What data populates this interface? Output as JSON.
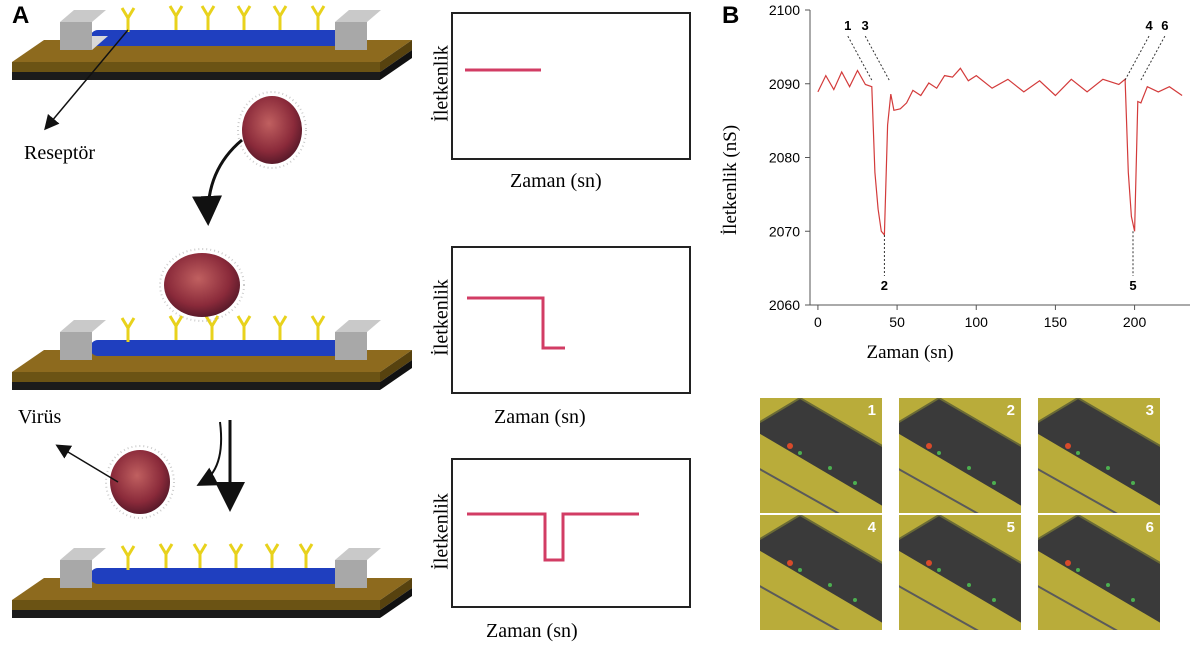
{
  "panel_a_label": "A",
  "panel_b_label": "B",
  "receptor_label": "Reseptör",
  "virus_label": "Virüs",
  "mini_plots": [
    {
      "ylabel": "İletkenlik",
      "xlabel": "Zaman (sn)"
    },
    {
      "ylabel": "İletkenlik",
      "xlabel": "Zaman (sn)"
    },
    {
      "ylabel": "İletkenlik",
      "xlabel": "Zaman (sn)"
    }
  ],
  "colors": {
    "trace": "#d33b3b",
    "mini_trace": "#d23c64",
    "gold": "#9a7a1c",
    "rod": "#1f3fbf"
  },
  "chart_data": {
    "type": "line",
    "xlabel": "Zaman (sn)",
    "ylabel": "İletkenlik (nS)",
    "xlim": [
      -5,
      235
    ],
    "ylim": [
      2060,
      2100
    ],
    "xticks": [
      "0",
      "50",
      "100",
      "150",
      "200"
    ],
    "yticks": [
      "2060",
      "2070",
      "2080",
      "2090",
      "2100"
    ],
    "series": [
      {
        "x": [
          0,
          5,
          10,
          15,
          20,
          25,
          30,
          34,
          36,
          38,
          40,
          42,
          44,
          46,
          48,
          52,
          56,
          60,
          65,
          70,
          75,
          80,
          85,
          90,
          95,
          100,
          110,
          120,
          130,
          140,
          150,
          160,
          170,
          180,
          190,
          194,
          196,
          198,
          200,
          202,
          204,
          208,
          215,
          222,
          230
        ],
        "values": [
          2089.5,
          2090.5,
          2089.8,
          2091,
          2090.2,
          2091.2,
          2090.5,
          2089,
          2078,
          2073,
          2070,
          2069.5,
          2085,
          2088,
          2087,
          2086,
          2088,
          2088.5,
          2089,
          2089.5,
          2090,
          2090.5,
          2091.5,
          2091.5,
          2091,
          2090.5,
          2090,
          2090,
          2089.5,
          2089.8,
          2089,
          2090,
          2089.5,
          2090,
          2090.5,
          2090,
          2078,
          2072,
          2070,
          2087,
          2088,
          2089,
          2089.5,
          2089,
          2089
        ]
      }
    ],
    "annotations": [
      {
        "label": "1",
        "x": 34,
        "y": 2090.5
      },
      {
        "label": "2",
        "x": 42,
        "y": 2069.5
      },
      {
        "label": "3",
        "x": 45,
        "y": 2090.5
      },
      {
        "label": "4",
        "x": 194,
        "y": 2090.5
      },
      {
        "label": "5",
        "x": 199,
        "y": 2070
      },
      {
        "label": "6",
        "x": 204,
        "y": 2090.5
      }
    ]
  },
  "micrographs": [
    "1",
    "2",
    "3",
    "4",
    "5",
    "6"
  ]
}
